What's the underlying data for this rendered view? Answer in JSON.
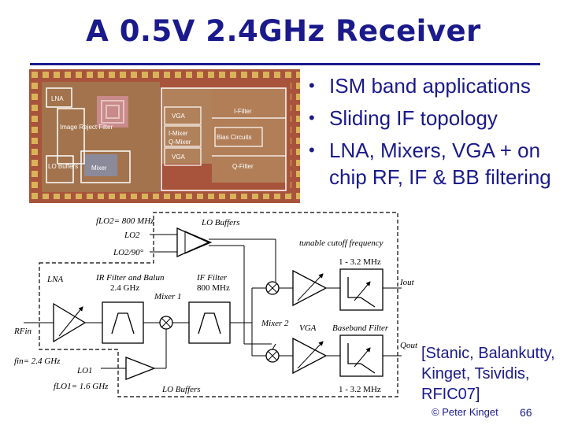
{
  "title": "A 0.5V 2.4GHz Receiver",
  "bullets": [
    "ISM band applications",
    "Sliding IF topology",
    "LNA, Mixers, VGA + on chip RF, IF & BB filtering"
  ],
  "chip_photo": {
    "labels": {
      "lna": "LNA",
      "image_reject_filter": "Image Reject Filter",
      "lo_buffers": "LO Buffers",
      "mixer": "Mixer",
      "vga_top": "VGA",
      "i_mixer": "I-Mixer",
      "q_mixer": "Q-Mixer",
      "vga_bottom": "VGA",
      "i_filter": "I-Filter",
      "q_filter": "Q-Filter",
      "bias_circuits": "Bias Circuits"
    }
  },
  "diagram": {
    "flo2": "fLO2= 800 MHz",
    "lo2": "LO2",
    "lo2_90": "LO2/90°",
    "lo_buffers_top": "LO Buffers",
    "tunable": "tunable cutoff frequency",
    "range_top": "1 - 3.2 MHz",
    "lna": "LNA",
    "ir_filter": "IR Filter and Balun",
    "ir_freq": "2.4 GHz",
    "mixer1": "Mixer 1",
    "if_filter": "IF Filter",
    "if_freq": "800 MHz",
    "iout": "Iout",
    "rfin": "RFin",
    "mixer2": "Mixer 2",
    "vga": "VGA",
    "bb_filter": "Baseband Filter",
    "qout": "Qout",
    "fin": "fin= 2.4 GHz",
    "lo1": "LO1",
    "flo1": "fLO1= 1.6 GHz",
    "lo_buffers_bottom": "LO Buffers",
    "range_bottom": "1 - 3.2 MHz"
  },
  "citation": "[Stanic, Balankutty, Kinget, Tsividis, RFIC07]",
  "copyright": "© Peter Kinget",
  "page_number": "66"
}
